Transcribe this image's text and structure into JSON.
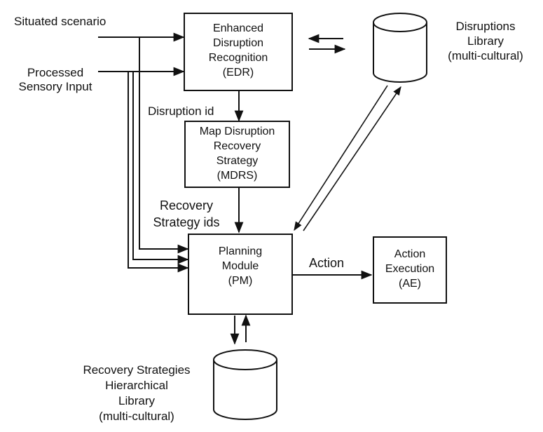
{
  "inputs": {
    "situated_scenario": "Situated scenario",
    "processed_line1": "Processed",
    "processed_line2": "Sensory Input"
  },
  "edr": {
    "l1": "Enhanced",
    "l2": "Disruption",
    "l3": "Recognition",
    "l4": "(EDR)"
  },
  "mdrs": {
    "l1": "Map Disruption",
    "l2": "Recovery",
    "l3": "Strategy",
    "l4": "(MDRS)"
  },
  "pm": {
    "l1": "Planning",
    "l2": "Module",
    "l3": "(PM)"
  },
  "ae": {
    "l1": "Action",
    "l2": "Execution",
    "l3": "(AE)"
  },
  "labels": {
    "disruption_id": "Disruption id",
    "recovery_l1": "Recovery",
    "recovery_l2": "Strategy ids",
    "action": "Action"
  },
  "disruptions_library": {
    "l1": "Disruptions",
    "l2": "Library",
    "l3": "(multi-cultural)"
  },
  "recovery_library": {
    "l1": "Recovery Strategies",
    "l2": "Hierarchical",
    "l3": "Library",
    "l4": "(multi-cultural)"
  }
}
